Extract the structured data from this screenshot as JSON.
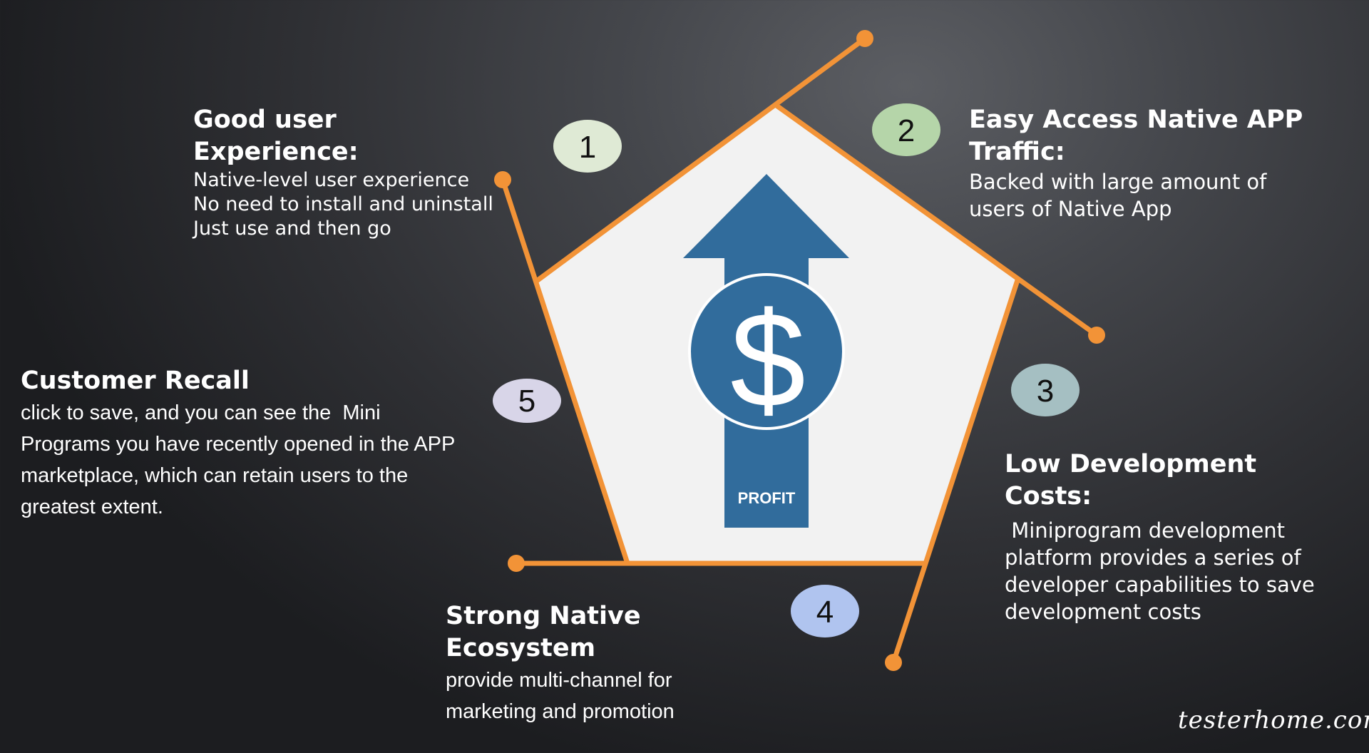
{
  "center": {
    "arrow_label": "PROFIT",
    "symbol": "$"
  },
  "colors": {
    "accent_line": "#f29337",
    "pentagon_fill": "#f2f2f2",
    "arrow_blue": "#316c9c",
    "badge_1": "#dfead5",
    "badge_2": "#b5d5a9",
    "badge_3": "#a5bfc2",
    "badge_4": "#b0c4ef",
    "badge_5": "#d8d5e8"
  },
  "points": [
    {
      "number": "1",
      "title": "Good user Experience:",
      "lines": [
        "Native-level user experience",
        "No need to install and uninstall",
        "Just use and then go"
      ]
    },
    {
      "number": "2",
      "title_lines": [
        "Easy Access Native APP",
        "Traffic:"
      ],
      "lines": [
        "Backed with large amount of",
        "users of Native App"
      ]
    },
    {
      "number": "3",
      "title": "Low Development Costs:",
      "lines": [
        " Miniprogram development",
        "platform provides a series of",
        "developer capabilities to save",
        "development costs"
      ]
    },
    {
      "number": "4",
      "title": "Strong Native Ecosystem",
      "lines": [
        "provide multi-channel for",
        "marketing and promotion"
      ]
    },
    {
      "number": "5",
      "title": "Customer Recall",
      "lines": [
        "click to save, and you can see the  Mini",
        "Programs you have recently opened in the APP",
        "marketplace, which can retain users to the",
        "greatest extent."
      ]
    }
  ],
  "watermark": "testerhome.com"
}
